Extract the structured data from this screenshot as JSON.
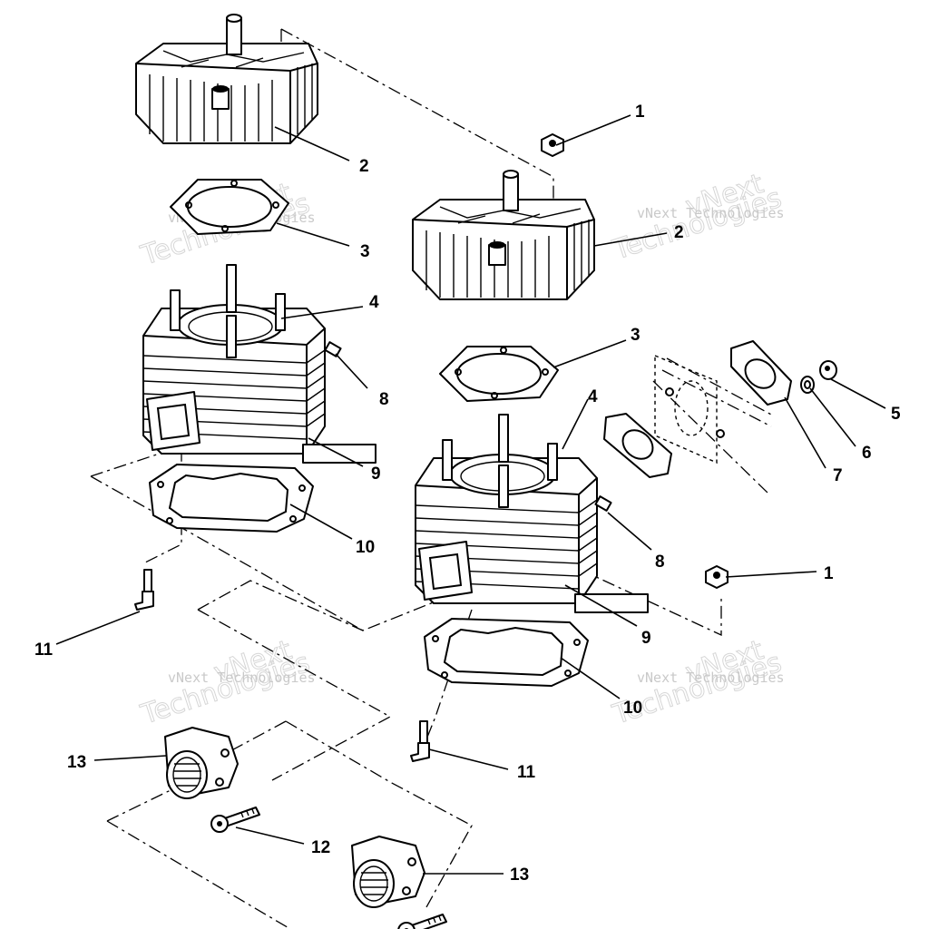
{
  "callouts": {
    "c1a": "1",
    "c1b": "1",
    "c2a": "2",
    "c2b": "2",
    "c3a": "3",
    "c3b": "3",
    "c4a": "4",
    "c4b": "4",
    "c5": "5",
    "c6": "6",
    "c7": "7",
    "c8a": "8",
    "c8b": "8",
    "c9a": "9",
    "c9b": "9",
    "c10a": "10",
    "c10b": "10",
    "c11a": "11",
    "c11b": "11",
    "c12": "12",
    "c13a": "13",
    "c13b": "13"
  },
  "watermark": {
    "line1": "vNext",
    "line2": "Technologies",
    "small": "vNext Technologies"
  }
}
